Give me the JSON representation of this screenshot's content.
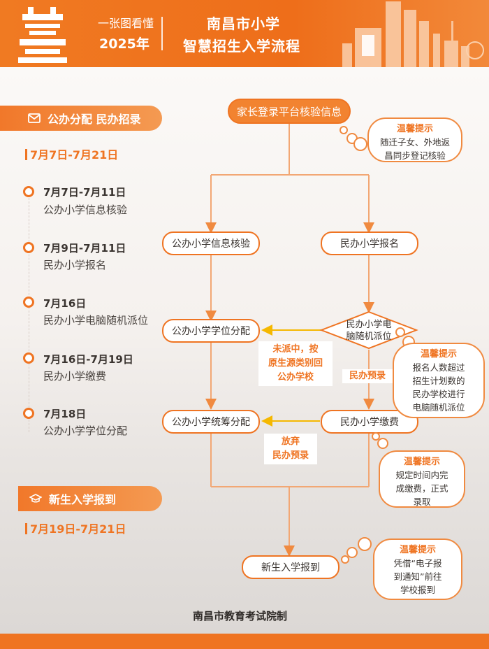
{
  "header": {
    "tagline": "一张图看懂",
    "year": "2025年",
    "title_line1": "南昌市小学",
    "title_line2": "智慧招生入学流程",
    "logo": "calligraphy-logo"
  },
  "left": {
    "section1": {
      "label": "公办分配 民办招录",
      "icon": "envelope-icon",
      "period": "7月7日-7月21日"
    },
    "events": [
      {
        "date": "7月7日-7月11日",
        "text": "公办小学信息核验"
      },
      {
        "date": "7月9日-7月11日",
        "text": "民办小学报名"
      },
      {
        "date": "7月16日",
        "text": "民办小学电脑随机派位"
      },
      {
        "date": "7月16日-7月19日",
        "text": "民办小学缴费"
      },
      {
        "date": "7月18日",
        "text": "公办小学学位分配"
      }
    ],
    "section2": {
      "label": "新生入学报到",
      "icon": "graduation-cap-icon",
      "period": "7月19日-7月21日"
    }
  },
  "flow": {
    "start": "家长登录平台核验信息",
    "public_verify": "公办小学信息核验",
    "private_signup": "民办小学报名",
    "private_lottery_l1": "民办小学电",
    "private_lottery_l2": "脑随机派位",
    "public_place": "公办小学学位分配",
    "unassigned_l1": "未派中，按",
    "unassigned_l2": "原生源类别回",
    "unassigned_l3": "公办学校",
    "private_presel": "民办预录",
    "public_overall": "公办小学统筹分配",
    "private_pay": "民办小学缴费",
    "giveup_l1": "放弃",
    "giveup_l2": "民办预录",
    "enroll": "新生入学报到"
  },
  "tips": {
    "title": "温馨提示",
    "tip1": [
      "随迁子女、外地返",
      "昌同步登记核验"
    ],
    "tip2": [
      "报名人数超过",
      "招生计划数的",
      "民办学校进行",
      "电脑随机派位"
    ],
    "tip3": [
      "规定时间内完",
      "成缴费，正式",
      "录取"
    ],
    "tip4": [
      "凭借“电子报",
      "到通知”前往",
      "学校报到"
    ]
  },
  "footer": {
    "org": "南昌市教育考试院制"
  },
  "colors": {
    "accent": "#ef7422",
    "accent_light": "#f49a52",
    "yellow_arrow": "#f5b800",
    "background": "#f7f3f0"
  }
}
